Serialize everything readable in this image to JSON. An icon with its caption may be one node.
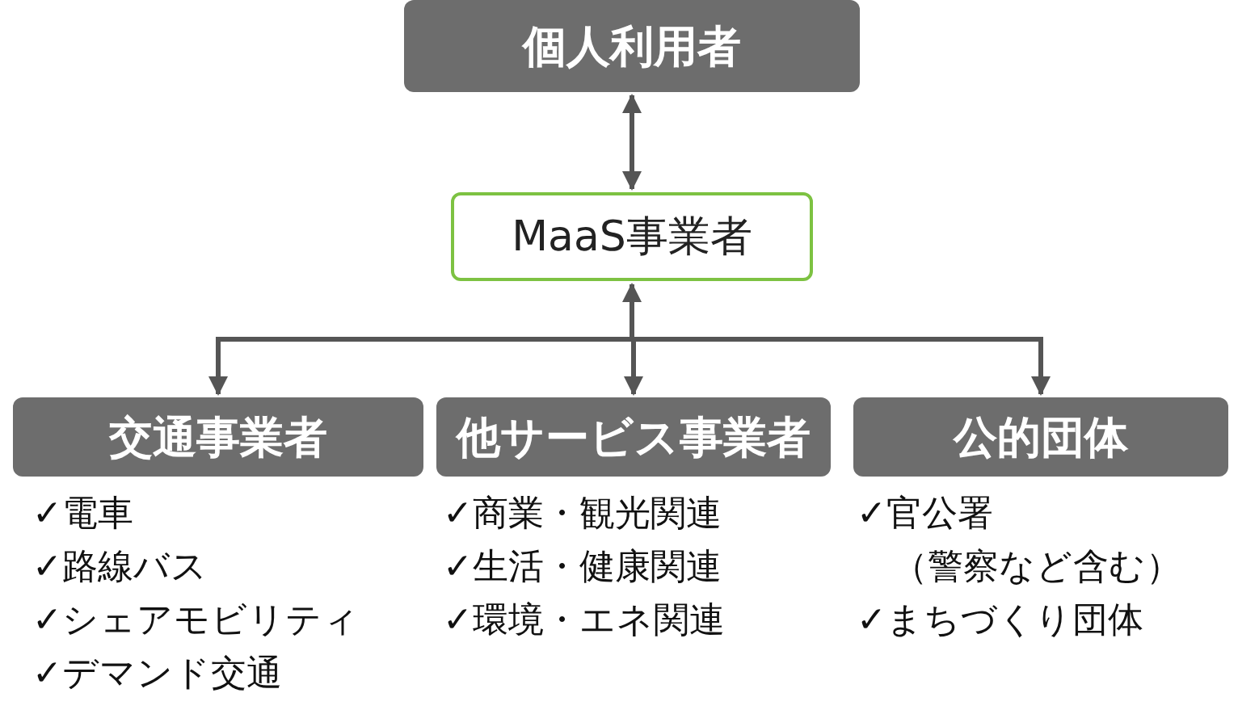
{
  "diagram": {
    "nodes": [
      {
        "text": [
          "個人利用者"
        ]
      },
      {
        "text": [
          "MaaS事業者"
        ]
      },
      {
        "text": [
          "交通事業者"
        ],
        "beside": [
          "✓電車",
          "✓路線バス",
          "✓シェアモビリティ",
          "✓デマンド交通"
        ]
      },
      {
        "text": [
          "他サービス事業者"
        ],
        "beside": [
          "✓商業・観光関連",
          "✓生活・健康関連",
          "✓環境・エネ関連"
        ]
      },
      {
        "text": [
          "公的団体"
        ],
        "beside": [
          "✓官公署（警察など含む）",
          "✓まちづくり団体"
        ]
      }
    ],
    "edges": [
      {
        "from": 0,
        "to": 1,
        "arrow": "both"
      },
      {
        "from": 1,
        "to": 2,
        "arrow": "to"
      },
      {
        "from": 1,
        "to": 3,
        "arrow": "both"
      },
      {
        "from": 1,
        "to": 4,
        "arrow": "to"
      }
    ]
  }
}
